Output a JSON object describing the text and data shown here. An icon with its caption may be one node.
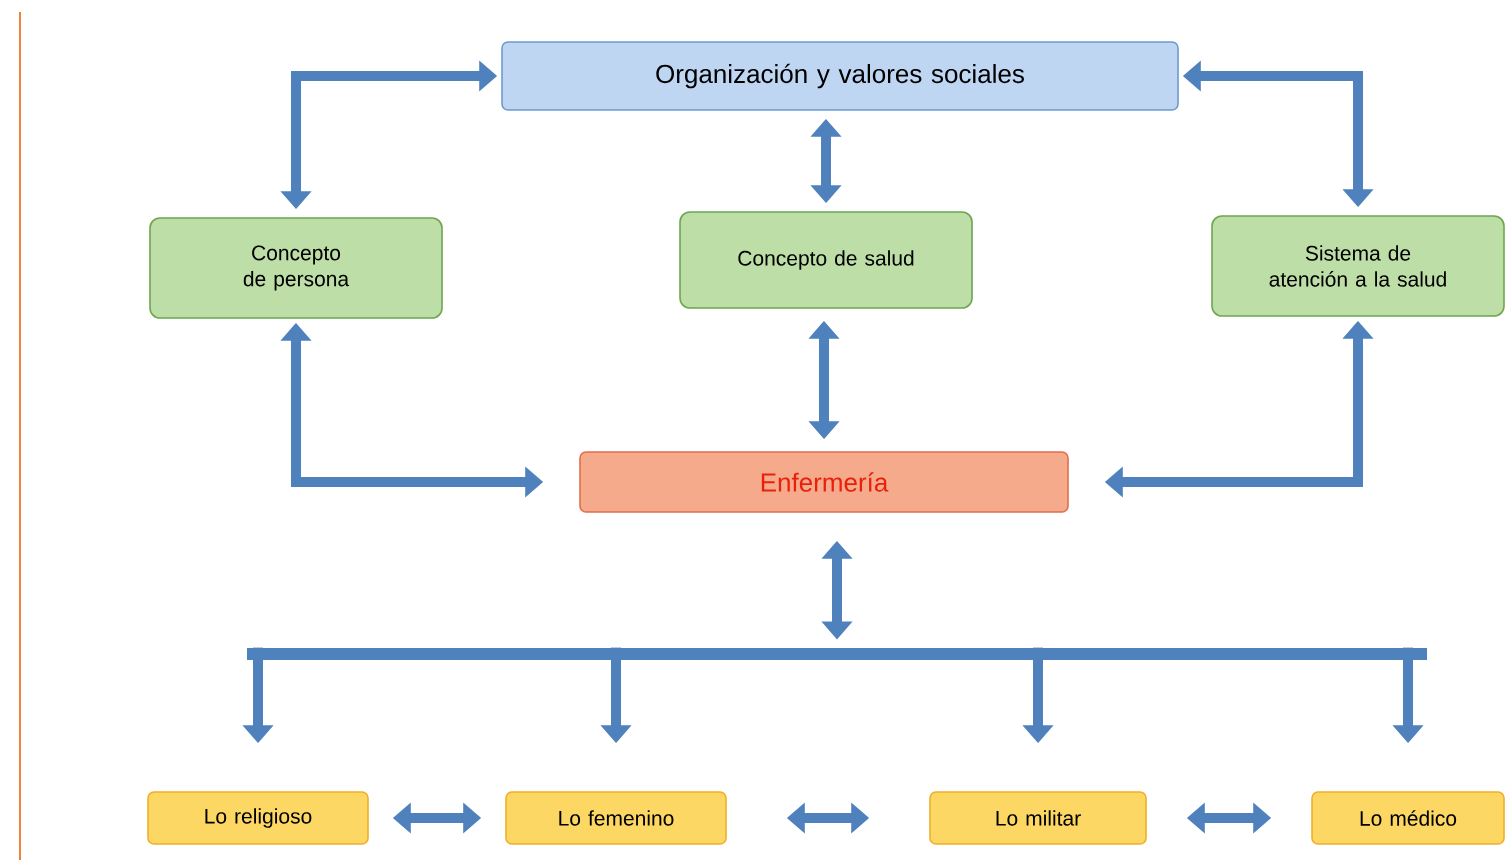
{
  "diagram": {
    "nodes": [
      {
        "text": [
          "Organización y valores sociales"
        ]
      },
      {
        "text": [
          "Concepto de persona"
        ]
      },
      {
        "text": [
          "Concepto de salud"
        ]
      },
      {
        "text": [
          "Sistema de atención a la salud"
        ]
      },
      {
        "text": [
          "Enfermería"
        ]
      },
      {
        "text": [
          "Lo religioso"
        ]
      },
      {
        "text": [
          "Lo femenino"
        ]
      },
      {
        "text": [
          "Lo militar"
        ]
      },
      {
        "text": [
          "Lo médico"
        ]
      },
      {
        "text": [],
        "shape": "bar"
      }
    ],
    "edges": [
      {
        "from": 0,
        "to": 2,
        "arrow": "both"
      },
      {
        "from": 2,
        "to": 4,
        "arrow": "both"
      },
      {
        "from": 1,
        "to": 0,
        "arrow": "both"
      },
      {
        "from": 3,
        "to": 0,
        "arrow": "both"
      },
      {
        "from": 1,
        "to": 4,
        "arrow": "both"
      },
      {
        "from": 3,
        "to": 4,
        "arrow": "both"
      },
      {
        "from": 4,
        "to": 9,
        "arrow": "both"
      },
      {
        "from": 9,
        "to": 5,
        "arrow": "to"
      },
      {
        "from": 9,
        "to": 6,
        "arrow": "to"
      },
      {
        "from": 9,
        "to": 7,
        "arrow": "to"
      },
      {
        "from": 9,
        "to": 8,
        "arrow": "to"
      },
      {
        "from": 5,
        "to": 6,
        "arrow": "both"
      },
      {
        "from": 6,
        "to": 7,
        "arrow": "both"
      },
      {
        "from": 7,
        "to": 8,
        "arrow": "both"
      }
    ]
  }
}
